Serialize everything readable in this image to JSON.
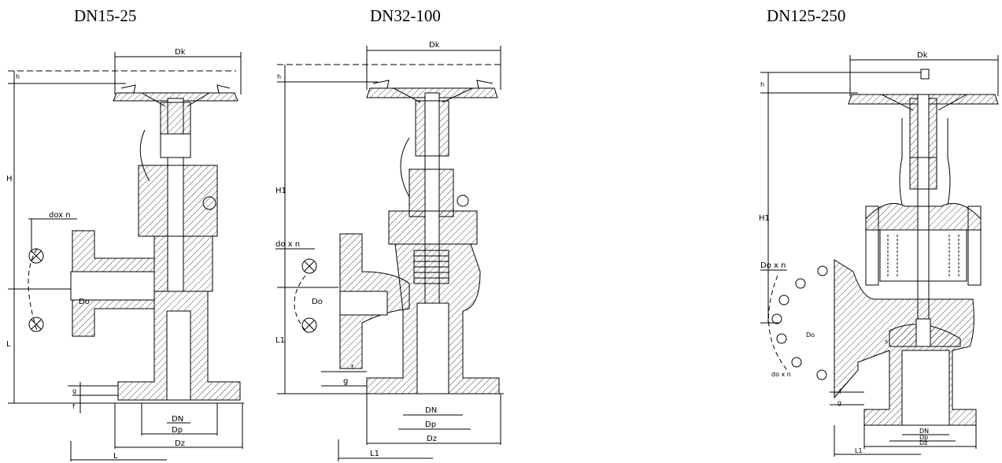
{
  "titles": {
    "left": "DN15-25",
    "mid": "DN32-100",
    "right": "DN125-250"
  },
  "left": {
    "dk": "Dk",
    "h": "h",
    "H": "H",
    "dox_n": "dox n",
    "do": "Do",
    "L_v": "L",
    "g": "g",
    "f": "f",
    "dn": "DN",
    "dp": "Dp",
    "dz": "Dz",
    "L_h": "L"
  },
  "mid": {
    "dk": "Dk",
    "h": "h",
    "H1": "H1",
    "do_n": "do x n",
    "do": "Do",
    "L1_v": "L1",
    "f": "f",
    "g": "g",
    "dn": "DN",
    "dp": "Dp",
    "dz": "Dz",
    "L1_h": "L1"
  },
  "right": {
    "dk": "Dk",
    "h": "h",
    "H1": "H1",
    "do_n": "Do x n",
    "do": "Do",
    "s": "s",
    "do_n2": "do x n",
    "f": "f",
    "g": "g",
    "dn": "DN",
    "dp": "Dp",
    "dz": "Dz",
    "L1_h": "L1"
  }
}
